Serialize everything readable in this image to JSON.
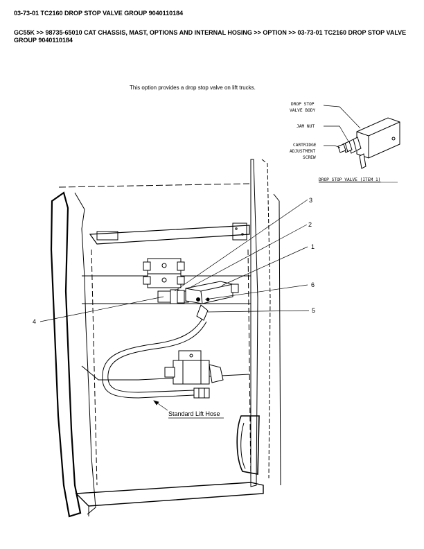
{
  "header": {
    "title": "03-73-01 TC2160 DROP STOP VALVE GROUP 9040110184",
    "breadcrumb": "GC55K >> 98735-65010 CAT CHASSIS, MAST, OPTIONS AND INTERNAL HOSING >> OPTION >> 03-73-01 TC2160 DROP STOP VALVE GROUP 9040110184"
  },
  "diagram": {
    "caption": "This option provides a drop stop valve on lift trucks.",
    "inset": {
      "labels": {
        "body_line1": "DROP STOP",
        "body_line2": "VALVE BODY",
        "jam_nut": "JAM NUT",
        "screw_line1": "CARTRIDGE",
        "screw_line2": "ADJUSTMENT",
        "screw_line3": "SCREW"
      },
      "title": "DROP STOP VALVE (ITEM 1)"
    },
    "callouts": [
      "1",
      "2",
      "3",
      "4",
      "5",
      "6"
    ],
    "hose_label": "Standard Lift Hose"
  }
}
